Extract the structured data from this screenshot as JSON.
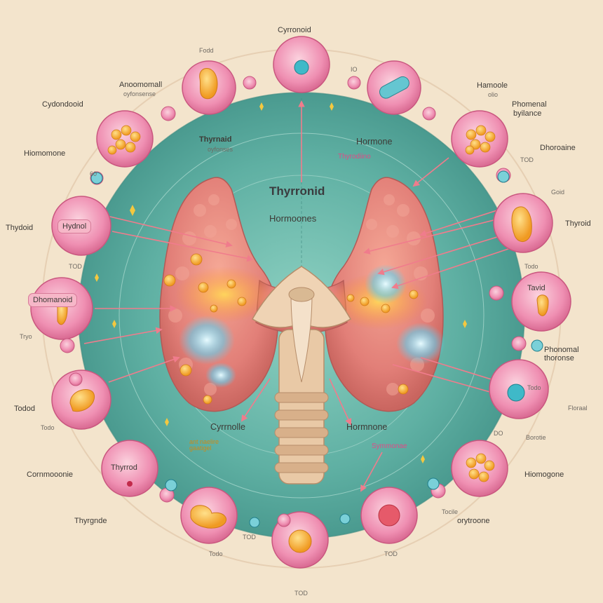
{
  "center": {
    "title": "Thyrronid",
    "subtitle": "Hormoones",
    "upper_left": "Thyrnaid",
    "upper_left_sub": "oyfonses",
    "upper_right": "Hormone",
    "upper_right_sub": "Thyrodiino",
    "lower_left": "Cyrrnolle",
    "lower_left_sub": "ant naelire gaatigel",
    "lower_right": "Hormnone",
    "lower_right_sub": "Symmonae"
  },
  "labels": {
    "top": "Cyrronoid",
    "top_left_small": "Fodd",
    "top_io": "IO",
    "anoomemal": "Anoomomall",
    "anoomemal_sub": "oyfonsense",
    "cydondoid": "Cydondooid",
    "hiomomone": "Hiomomone",
    "hiomomone_badge": "60",
    "thydoid": "Thydoid",
    "hydnol": "Hydnol",
    "left_small_1": "TOD",
    "dhomanoid": "Dhomanoid",
    "tryo": "Tryo",
    "todod": "Todod",
    "todod_small": "Todo",
    "cornmoonie": "Cornmooonie",
    "thyrrod": "Thyrrod",
    "thyrgnde": "Thyrgnde",
    "bottom_small_1": "TOD",
    "bottom_small_2": "Todo",
    "bottom_small_3": "TOD",
    "bottom_small_4": "TOD",
    "hamoole": "Hamoole",
    "hamoole_sub": "olio",
    "phomenal": "Phomenal",
    "phomenal_sub": "byilance",
    "dhoroaine": "Dhoroaine",
    "dhoroaine_small": "TOD",
    "gold_small": "Goid",
    "thyroid_right": "Thyroid",
    "todo_right": "Todo",
    "tavid": "Tavid",
    "phonomal": "Phonomal",
    "phonomal_sub": "thoronse",
    "right_small_1": "Todo",
    "floraal": "Floraal",
    "right_small_2": "DO",
    "borotie": "Borotie",
    "hiomogone": "Hiomogone",
    "tocile": "Tocile",
    "orytroone": "orytroone"
  },
  "colors": {
    "background": "#f3e4cc",
    "teal_disc": "#5fb0a3",
    "pink_cell": "#ef8fb2",
    "gland": "#e88a80",
    "trachea": "#e9c9a6",
    "arrow": "#f07c8c"
  }
}
